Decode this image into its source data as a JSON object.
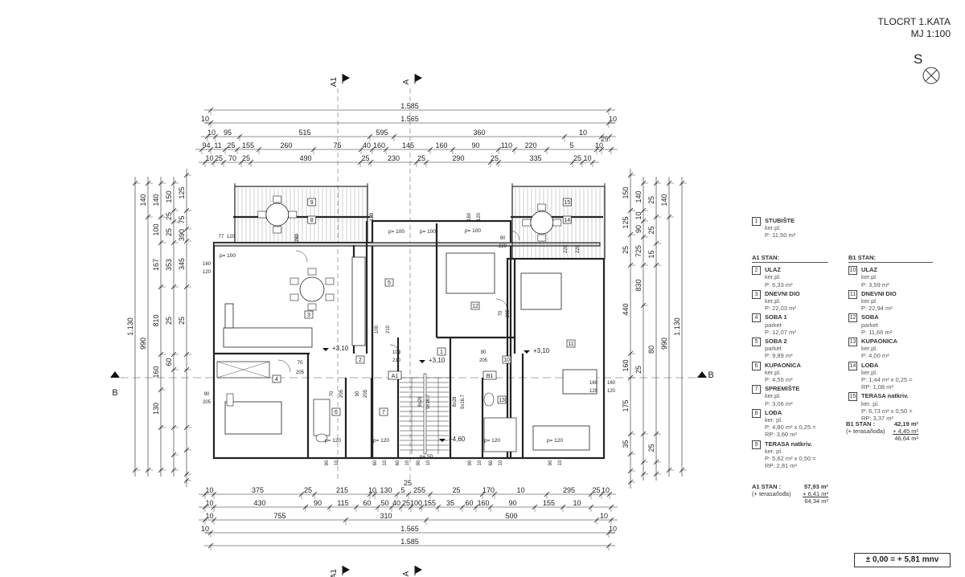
{
  "title": {
    "line1": "TLOCRT 1.KATA",
    "line2": "MJ  1:100"
  },
  "north_letter": "S",
  "level_note": "± 0,00 = + 5,81 mnv",
  "sections": {
    "a1": "A1",
    "a": "A",
    "b": "B"
  },
  "dims": {
    "top": {
      "total_outer": "1.585",
      "total_inner": "1.565",
      "row2": [
        "10",
        "95",
        "515",
        "595",
        "360",
        "10"
      ],
      "row3": [
        "94",
        "11",
        "25",
        "155",
        "260",
        "75",
        "40",
        "160",
        "145",
        "160",
        "90",
        "110",
        "220",
        "5",
        "10"
      ],
      "row3_extra": "25",
      "row4": [
        "10",
        "25",
        "70",
        "25",
        "490",
        "25",
        "230",
        "25",
        "290",
        "25",
        "335",
        "25",
        "10"
      ]
    },
    "bottom": {
      "row1": [
        "10",
        "375",
        "25",
        "215",
        "10",
        "130",
        "5",
        "255",
        "25",
        "170",
        "10",
        "295",
        "25",
        "10"
      ],
      "row1_top": "25",
      "row2": [
        "10",
        "430",
        "90",
        "115",
        "60",
        "50",
        "40",
        "25",
        "100",
        "155",
        "35",
        "60",
        "160",
        "90",
        "155",
        "10"
      ],
      "row3": [
        "10",
        "755",
        "310",
        "500",
        "10"
      ],
      "total_inner": "1.565",
      "total_outer": "1.585"
    },
    "left": {
      "total": "1.130",
      "inner": "990",
      "col2": [
        "140",
        "100",
        "167",
        "810",
        "160",
        "130"
      ],
      "col3": [
        "150",
        "25",
        "25",
        "353",
        "25",
        "60"
      ],
      "col4": [
        "125",
        "75",
        "390",
        "345",
        "25"
      ],
      "edge": [
        "25",
        "10",
        "10",
        "10",
        "60"
      ]
    },
    "right": {
      "total": "1.130",
      "inner": "990",
      "col1": [
        "150",
        "125",
        "25",
        "440",
        "160",
        "175",
        "35"
      ],
      "col2": [
        "140",
        "10",
        "90",
        "725",
        "830",
        "25"
      ],
      "col3": [
        "25",
        "25",
        "15",
        "80",
        "25"
      ],
      "edge": [
        "10",
        "10",
        "10"
      ]
    }
  },
  "levels": [
    "+3,10",
    "+3,10",
    "+3,10",
    "+4,60"
  ],
  "plan_labels": {
    "room_numbers": [
      "1",
      "2",
      "3",
      "4",
      "5",
      "6",
      "7",
      "8",
      "9",
      "10",
      "11",
      "12",
      "13",
      "14",
      "15"
    ],
    "stair_a": "A1",
    "stair_b": "B1",
    "p_labels": [
      "p= 100",
      "p= 100",
      "p= 100",
      "p= 100",
      "p= 120",
      "p= 120",
      "p= 50",
      "p= 120",
      "p= 120"
    ],
    "door_dims": [
      "77",
      "120",
      "280",
      "220",
      "160",
      "120",
      "160",
      "120",
      "90",
      "220",
      "220",
      "220",
      "160",
      "120",
      "90",
      "205",
      "100",
      "210",
      "100",
      "210",
      "90",
      "205",
      "70",
      "205",
      "70",
      "205",
      "90",
      "205",
      "70",
      "205",
      "160",
      "120",
      "160",
      "120"
    ],
    "wall_dims": [
      "90",
      "10",
      "60",
      "10",
      "60",
      "10",
      "90",
      "10",
      "90",
      "10",
      "60",
      "10",
      "90",
      "10"
    ],
    "stair_text": [
      "8x28",
      "9x16.7",
      "8x28",
      "9x16.7"
    ]
  },
  "legend": {
    "common": {
      "num": "1",
      "name": "STUBIŠTE",
      "sub": "ker.pl.",
      "area": "P: 11,50 m²"
    },
    "a1": {
      "header": "A1  STAN:",
      "rooms": [
        {
          "num": "2",
          "name": "ULAZ",
          "sub": "ker.pl.",
          "area": "P: 6,33 m²"
        },
        {
          "num": "3",
          "name": "DNEVNI DIO",
          "sub": "ker.pl.",
          "area": "P: 22,03 m²"
        },
        {
          "num": "4",
          "name": "SOBA 1",
          "sub": "parket",
          "area": "P: 12,07 m²"
        },
        {
          "num": "5",
          "name": "SOBA 2",
          "sub": "parket",
          "area": "P: 9,89 m²"
        },
        {
          "num": "6",
          "name": "KUPAONICA",
          "sub": "ker.pl.",
          "area": "P: 4,55 m²"
        },
        {
          "num": "7",
          "name": "SPREMIŠTE",
          "sub": "ker.pl.",
          "area": "P: 3,06 m²"
        },
        {
          "num": "8",
          "name": "LOĐA",
          "sub": "ker. pl.",
          "area": "P: 4,80 m²  x 0,25 =",
          "rp": "RP: 3,60 m²"
        },
        {
          "num": "9",
          "name": "TERASA natkriv.",
          "sub": "ker. pl.",
          "area": "P: 5,62 m²  x 0,50 =",
          "rp": "RP: 2,81 m²"
        }
      ],
      "total_label": "A1  STAN :",
      "total_value": "57,93 m²",
      "extra_label": "(+ terasa/lođa)",
      "extra_value": "+   6,41 m²",
      "sum": "64,34 m²"
    },
    "b1": {
      "header": "B1  STAN:",
      "rooms": [
        {
          "num": "10",
          "name": "ULAZ",
          "sub": "ker.pl.",
          "area": "P: 3,59 m²"
        },
        {
          "num": "11",
          "name": "DNEVNI DIO",
          "sub": "ker.pl.",
          "area": "P: 22,94 m²"
        },
        {
          "num": "12",
          "name": "SOBA",
          "sub": "parket",
          "area": "P: 11,66 m²"
        },
        {
          "num": "13",
          "name": "KUPAONICA",
          "sub": "ker.pl.",
          "area": "P: 4,00 m²"
        },
        {
          "num": "14",
          "name": "LOĐA",
          "sub": "ker.pl.",
          "area": "P: 1,44 m²  x 0,25 =",
          "rp": "RP: 1,08 m²"
        },
        {
          "num": "15",
          "name": "TERASA natkriv.",
          "sub": "ker. pl.",
          "area": "P: 6,73 m²  x 0,50 =",
          "rp": "RP: 3,37 m²"
        }
      ],
      "total_label": "B1  STAN :",
      "total_value": "42,19 m²",
      "extra_label": "(+ terasa/lođa)",
      "extra_value": "+   4,45 m²",
      "sum": "46,64 m²"
    }
  }
}
